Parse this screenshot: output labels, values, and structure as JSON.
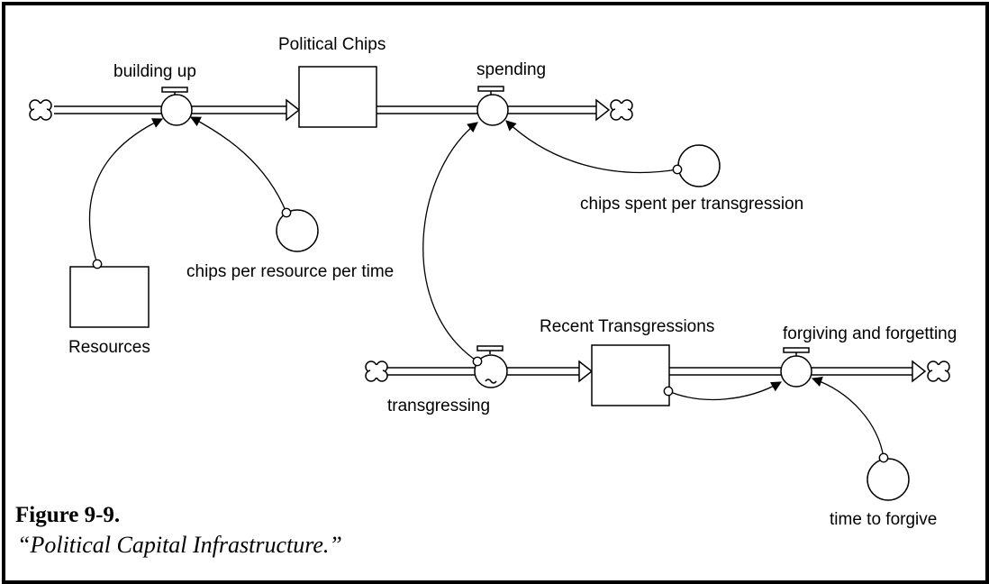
{
  "diagram": {
    "stocks": {
      "political_chips": "Political Chips",
      "resources": "Resources",
      "recent_transgressions": "Recent Transgressions"
    },
    "flows": {
      "building_up": "building up",
      "spending": "spending",
      "transgressing": "transgressing",
      "forgiving": "forgiving and forgetting"
    },
    "auxiliaries": {
      "chips_per_resource": "chips per resource per time",
      "chips_spent": "chips spent per transgression",
      "time_to_forgive": "time to forgive"
    }
  },
  "caption": {
    "number": "Figure 9-9.",
    "title": "“Political Capital Infrastructure.”"
  }
}
